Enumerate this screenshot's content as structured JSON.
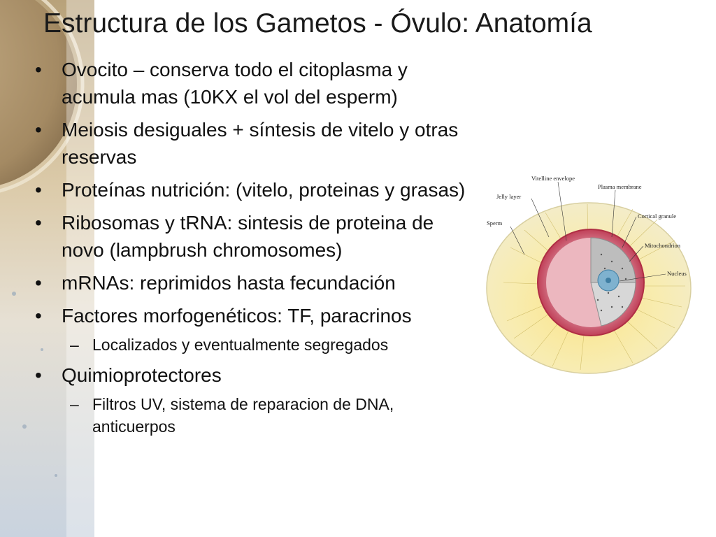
{
  "slide": {
    "title": "Estructura de los Gametos  - Óvulo: Anatomía",
    "bullets": [
      {
        "text": "Ovocito – conserva todo el citoplasma y acumula mas (10KX el vol del esperm)"
      },
      {
        "text": "Meiosis desiguales + síntesis de vitelo y otras reservas"
      },
      {
        "text": "Proteínas nutrición:  (vitelo, proteinas y grasas)"
      },
      {
        "text": "Ribosomas y tRNA: sintesis de proteina de novo (lampbrush chromosomes)"
      },
      {
        "text": "mRNAs:  reprimidos hasta fecundación"
      },
      {
        "text": "Factores morfogenéticos: TF, paracrinos",
        "sub": "Localizados y eventualmente segregados"
      },
      {
        "text": "Quimioprotectores",
        "sub": "Filtros UV, sistema de reparacion de DNA, anticuerpos"
      }
    ]
  },
  "diagram": {
    "labels": {
      "vitelline": "Vitelline envelope",
      "plasma": "Plasma membrane",
      "jelly": "Jelly layer",
      "sperm": "Sperm",
      "cortical": "Cortical granule",
      "mito": "Mitochondrion",
      "nucleus": "Nucleus"
    }
  },
  "colors": {
    "jelly_fill": "#f6eaa3",
    "cortex_red": "#c8303f",
    "cytoplasm_pink": "#e9a9b4",
    "nucleus_blue": "#6fa7c8",
    "background_left": "#d9c9a6"
  }
}
